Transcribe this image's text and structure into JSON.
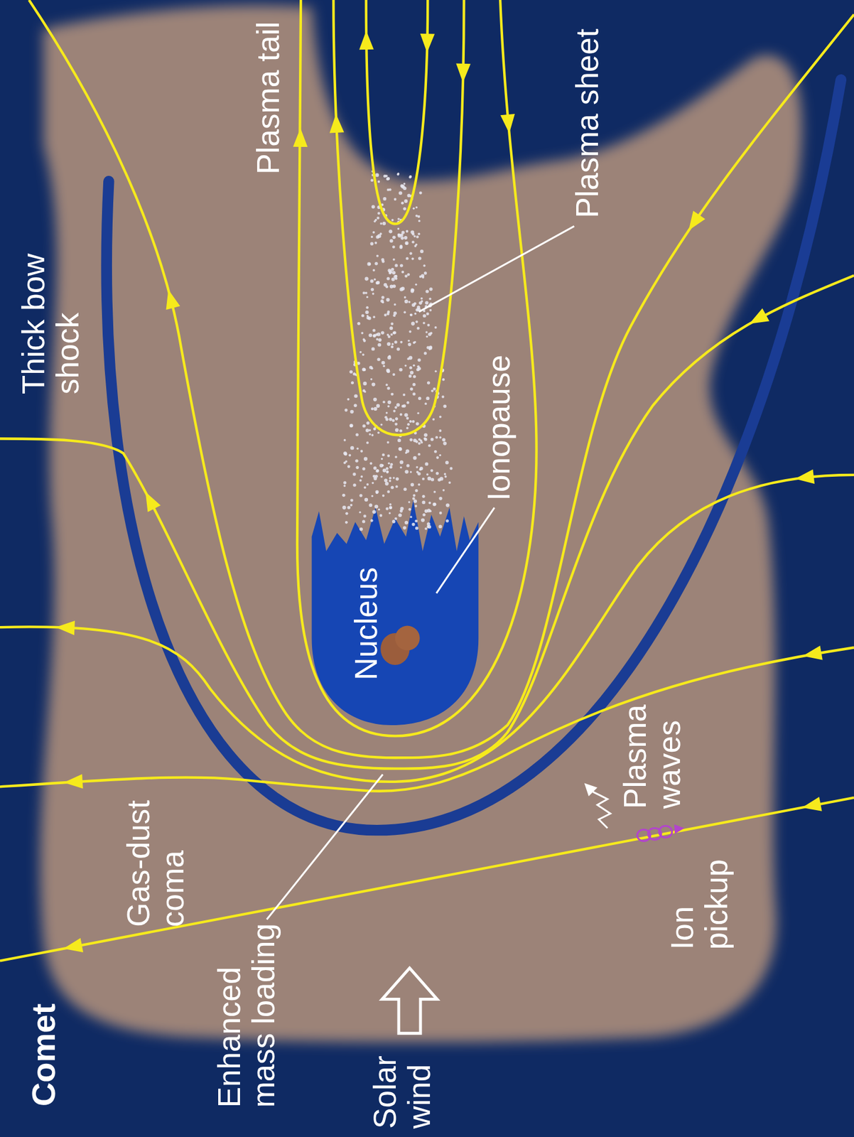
{
  "diagram": {
    "title": "Comet",
    "labels": [
      "Thick bow shock",
      "Plasma tail",
      "Plasma sheet",
      "Ionopause",
      "Nucleus",
      "Gas-dust coma",
      "Plasma waves",
      "Ion pickup",
      "Enhanced mass loading",
      "Solar wind"
    ]
  }
}
